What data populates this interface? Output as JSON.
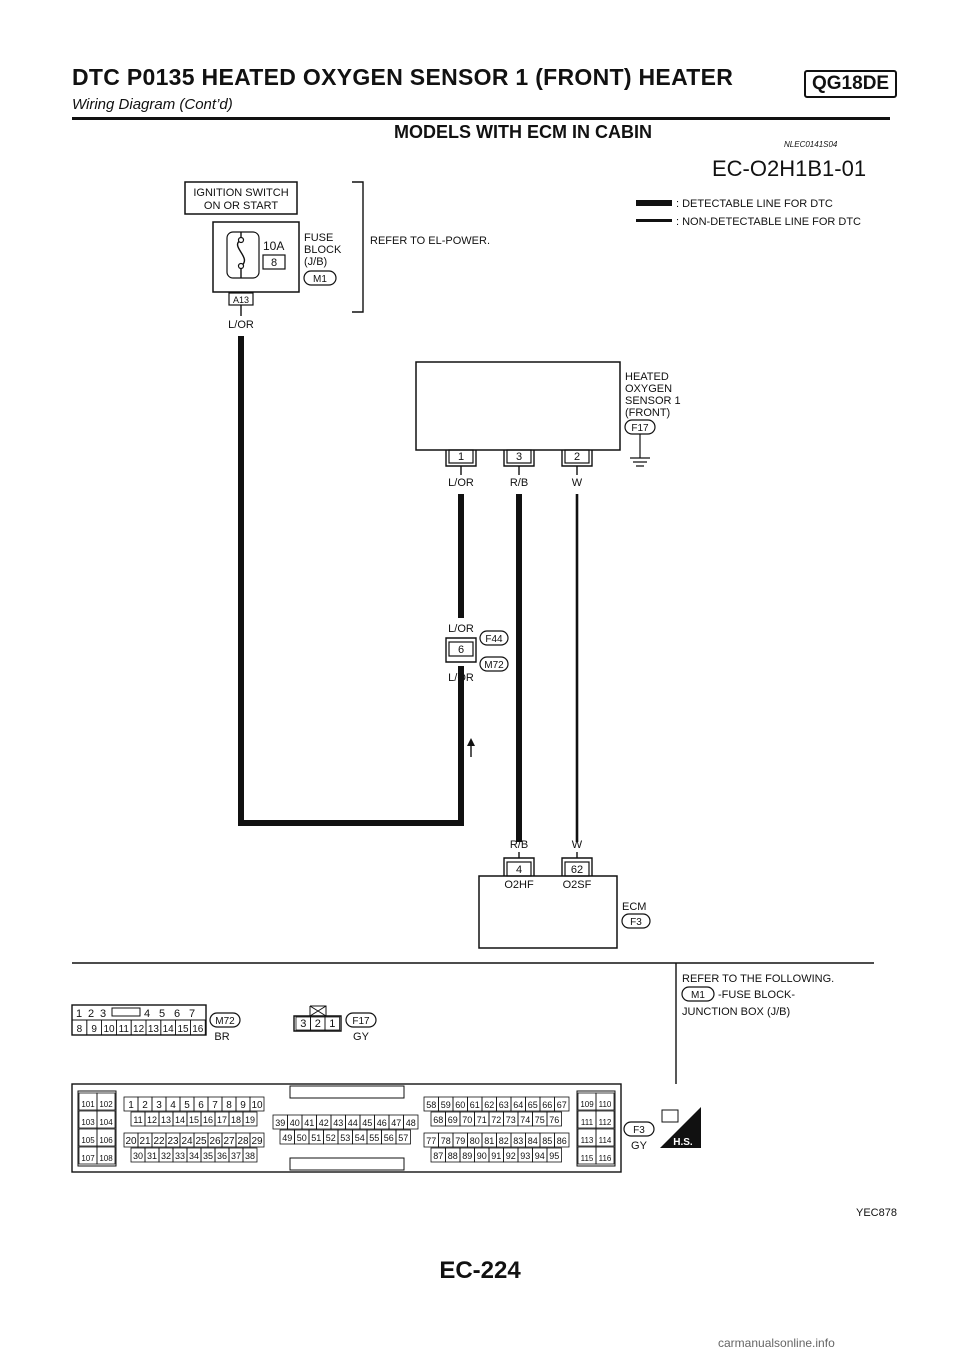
{
  "header": {
    "title": "DTC P0135 HEATED OXYGEN SENSOR 1 (FRONT) HEATER",
    "badge": "QG18DE",
    "subtitle": "Wiring Diagram (Cont’d)"
  },
  "section": {
    "title": "MODELS WITH ECM IN CABIN",
    "code": "NLEC0141S04",
    "diagram_id": "EC-O2H1B1-01"
  },
  "legend": {
    "detectable": ": DETECTABLE LINE FOR DTC",
    "non_detectable": ": NON-DETECTABLE LINE FOR DTC"
  },
  "components": {
    "ignition_line1": "IGNITION SWITCH",
    "ignition_line2": "ON OR START",
    "fuse_amp": "10A",
    "fuse_num": "8",
    "fuse_label1": "FUSE",
    "fuse_label2": "BLOCK",
    "fuse_label3": "(J/B)",
    "fuse_conn": "M1",
    "fuse_term": "A13",
    "refer_power": "REFER TO EL-POWER.",
    "sensor_line1": "HEATED",
    "sensor_line2": "OXYGEN",
    "sensor_line3": "SENSOR 1",
    "sensor_line4": "(FRONT)",
    "sensor_conn": "F17",
    "pin1": "1",
    "pin3": "3",
    "pin2": "2",
    "joint_pin": "6",
    "joint_conn_top": "F44",
    "joint_conn_bot": "M72",
    "ecm_pin4": "4",
    "ecm_pin62": "62",
    "ecm_term4": "O2HF",
    "ecm_term62": "O2SF",
    "ecm_label": "ECM",
    "ecm_conn": "F3"
  },
  "wires": {
    "lor": "L/OR",
    "rb": "R/B",
    "w": "W"
  },
  "connectors": {
    "m72_top": [
      "1",
      "2",
      "3",
      "4",
      "5",
      "6",
      "7"
    ],
    "m72_bottom": [
      "8",
      "9",
      "10",
      "11",
      "12",
      "13",
      "14",
      "15",
      "16"
    ],
    "m72_id": "M72",
    "m72_color": "BR",
    "f17_pins": [
      "3",
      "2",
      "1"
    ],
    "f17_id": "F17",
    "f17_color": "GY",
    "f3_id": "F3",
    "f3_color": "GY",
    "f3_left_top": [
      "101",
      "102"
    ],
    "f3_left_2": [
      "103",
      "104"
    ],
    "f3_left_3": [
      "105",
      "106"
    ],
    "f3_left_4": [
      "107",
      "108"
    ],
    "f3_a1": [
      "1",
      "2",
      "3",
      "4",
      "5",
      "6",
      "7",
      "8",
      "9",
      "10"
    ],
    "f3_a2": [
      "11",
      "12",
      "13",
      "14",
      "15",
      "16",
      "17",
      "18",
      "19"
    ],
    "f3_a3": [
      "20",
      "21",
      "22",
      "23",
      "24",
      "25",
      "26",
      "27",
      "28",
      "29"
    ],
    "f3_a4": [
      "30",
      "31",
      "32",
      "33",
      "34",
      "35",
      "36",
      "37",
      "38"
    ],
    "f3_b1": [
      "39",
      "40",
      "41",
      "42",
      "43",
      "44",
      "45",
      "46",
      "47",
      "48"
    ],
    "f3_b2": [
      "49",
      "50",
      "51",
      "52",
      "53",
      "54",
      "55",
      "56",
      "57"
    ],
    "f3_c1": [
      "58",
      "59",
      "60",
      "61",
      "62",
      "63",
      "64",
      "65",
      "66",
      "67"
    ],
    "f3_c2": [
      "68",
      "69",
      "70",
      "71",
      "72",
      "73",
      "74",
      "75",
      "76"
    ],
    "f3_c3": [
      "77",
      "78",
      "79",
      "80",
      "81",
      "82",
      "83",
      "84",
      "85",
      "86"
    ],
    "f3_c4": [
      "87",
      "88",
      "89",
      "90",
      "91",
      "92",
      "93",
      "94",
      "95"
    ],
    "f3_right_top": [
      "109",
      "110"
    ],
    "f3_right_2": [
      "111",
      "112"
    ],
    "f3_right_3": [
      "113",
      "114"
    ],
    "f3_right_4": [
      "115",
      "116"
    ]
  },
  "refer_following": {
    "line1": "REFER TO THE FOLLOWING.",
    "conn": "M1",
    "line2": "-FUSE BLOCK-",
    "line3": "JUNCTION BOX (J/B)"
  },
  "hs_logo": "H.S.",
  "figure_code": "YEC878",
  "page_number": "EC-224",
  "watermark": "carmanualsonline.info"
}
